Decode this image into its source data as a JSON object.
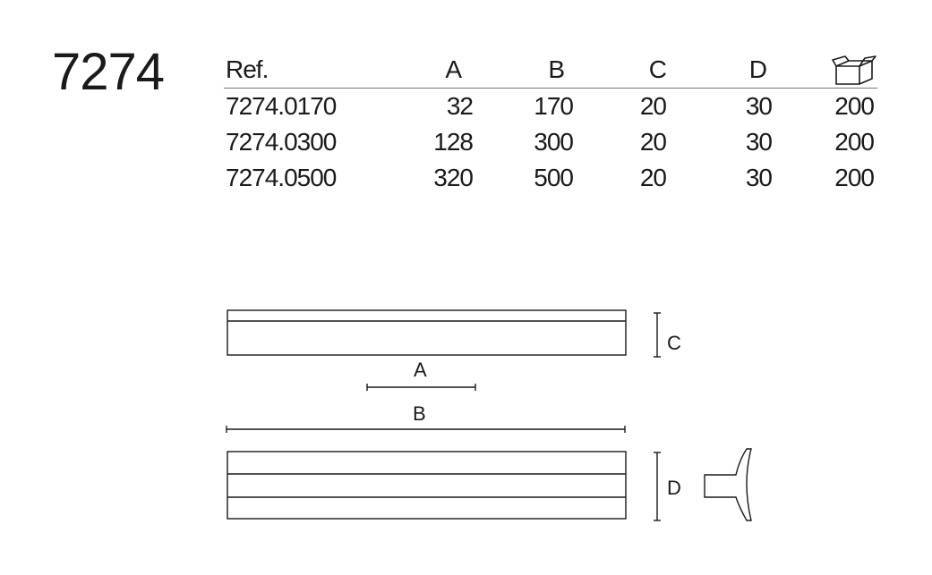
{
  "model": "7274",
  "table": {
    "headers": {
      "ref": "Ref.",
      "a": "A",
      "b": "B",
      "c": "C",
      "d": "D",
      "qty_icon": "box-icon"
    },
    "rows": [
      {
        "ref": "7274.0170",
        "a": "32",
        "b": "170",
        "c": "20",
        "d": "30",
        "qty": "200"
      },
      {
        "ref": "7274.0300",
        "a": "128",
        "b": "300",
        "c": "20",
        "d": "30",
        "qty": "200"
      },
      {
        "ref": "7274.0500",
        "a": "320",
        "b": "500",
        "c": "20",
        "d": "30",
        "qty": "200"
      }
    ]
  },
  "drawing": {
    "labels": {
      "a": "A",
      "b": "B",
      "c": "C",
      "d": "D"
    }
  }
}
